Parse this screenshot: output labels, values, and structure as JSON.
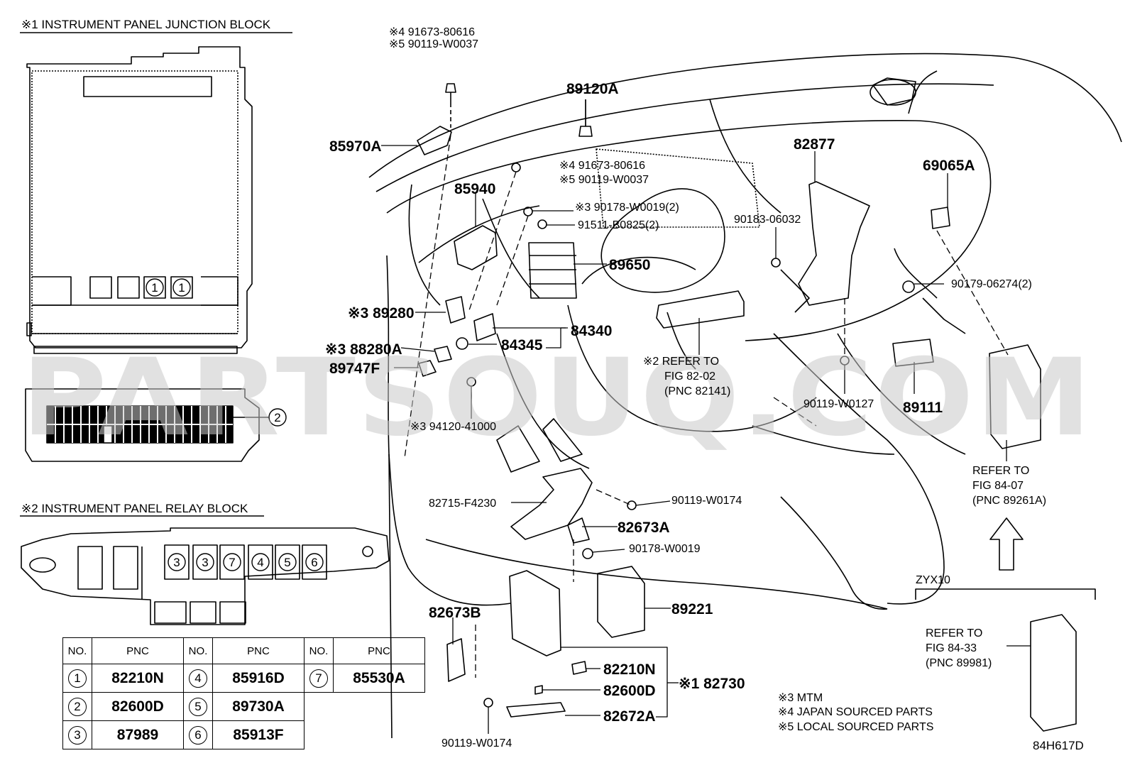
{
  "headers": {
    "junction_block": "※1 INSTRUMENT PANEL JUNCTION BLOCK",
    "relay_block": "※2 INSTRUMENT PANEL RELAY BLOCK"
  },
  "circled_numbers": {
    "jb1": "1",
    "jb2": "1",
    "jb3": "2",
    "rb1": "3",
    "rb2": "3",
    "rb3": "7",
    "rb4": "4",
    "rb5": "5",
    "rb6": "6"
  },
  "callouts": {
    "c1": "※4 91673-80616",
    "c2": "※5 90119-W0037",
    "c3": "89120A",
    "c4": "85970A",
    "c5": "82877",
    "c6": "※4 91673-80616",
    "c7": "※5 90119-W0037",
    "c8": "69065A",
    "c9": "85940",
    "c10": "※3 90178-W0019(2)",
    "c11": "91511-B0825(2)",
    "c12": "90183-06032",
    "c13": "89650",
    "c14": "90179-06274(2)",
    "c15": "※3 89280",
    "c16": "84340",
    "c17": "※3 88280A",
    "c18": "84345",
    "c19": "89747F",
    "c20": "※2 REFER TO",
    "c21": "FIG 82-02",
    "c22": "(PNC 82141)",
    "c23": "90119-W0127",
    "c24": "89111",
    "c25": "※3 94120-41000",
    "c26": "REFER TO",
    "c27": "FIG 84-07",
    "c28": "(PNC 89261A)",
    "c29": "82715-F4230",
    "c30": "90119-W0174",
    "c31": "82673A",
    "c32": "90178-W0019",
    "c33": "89221",
    "c34": "82673B",
    "c35": "82210N",
    "c36": "82600D",
    "c37": "※1 82730",
    "c38": "82672A",
    "c39": "90119-W0174",
    "c40": "ZYX10",
    "c41": "REFER TO",
    "c42": "FIG 84-33",
    "c43": "(PNC 89981)"
  },
  "notes": {
    "n1": "※3 MTM",
    "n2": "※4 JAPAN SOURCED PARTS",
    "n3": "※5 LOCAL SOURCED PARTS"
  },
  "table": {
    "col_no": "NO.",
    "col_pnc": "PNC",
    "rows": [
      [
        {
          "no": "1",
          "pnc": "82210N"
        },
        {
          "no": "4",
          "pnc": "85916D"
        },
        {
          "no": "7",
          "pnc": "85530A"
        }
      ],
      [
        {
          "no": "2",
          "pnc": "82600D"
        },
        {
          "no": "5",
          "pnc": "89730A"
        }
      ],
      [
        {
          "no": "3",
          "pnc": "87989"
        },
        {
          "no": "6",
          "pnc": "85913F"
        }
      ]
    ]
  },
  "watermark": "PARTSOUQ.COM",
  "sheet_id": "84H617D"
}
